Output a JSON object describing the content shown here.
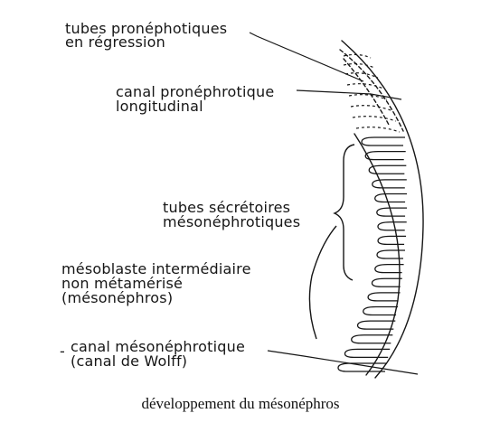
{
  "labels": {
    "pronephric_tubules": [
      "tubes pronéphotiques",
      "en régression"
    ],
    "pronephric_duct": [
      "canal pronéphrotique",
      "longitudinal"
    ],
    "secretory_tubules": [
      "tubes sécrétoires",
      "mésonéphrotiques"
    ],
    "intermediate_mesoderm": [
      "mésoblaste intermédiaire",
      "non métamérisé",
      "(mésonéphros)"
    ],
    "wolffian_duct": [
      "canal mésonéphrotique",
      "(canal de Wolff)"
    ]
  },
  "wolffian_duct_dash": "-",
  "caption": "développement du mésonéphros",
  "colors": {
    "ink": "#161616",
    "background": "#ffffff"
  }
}
